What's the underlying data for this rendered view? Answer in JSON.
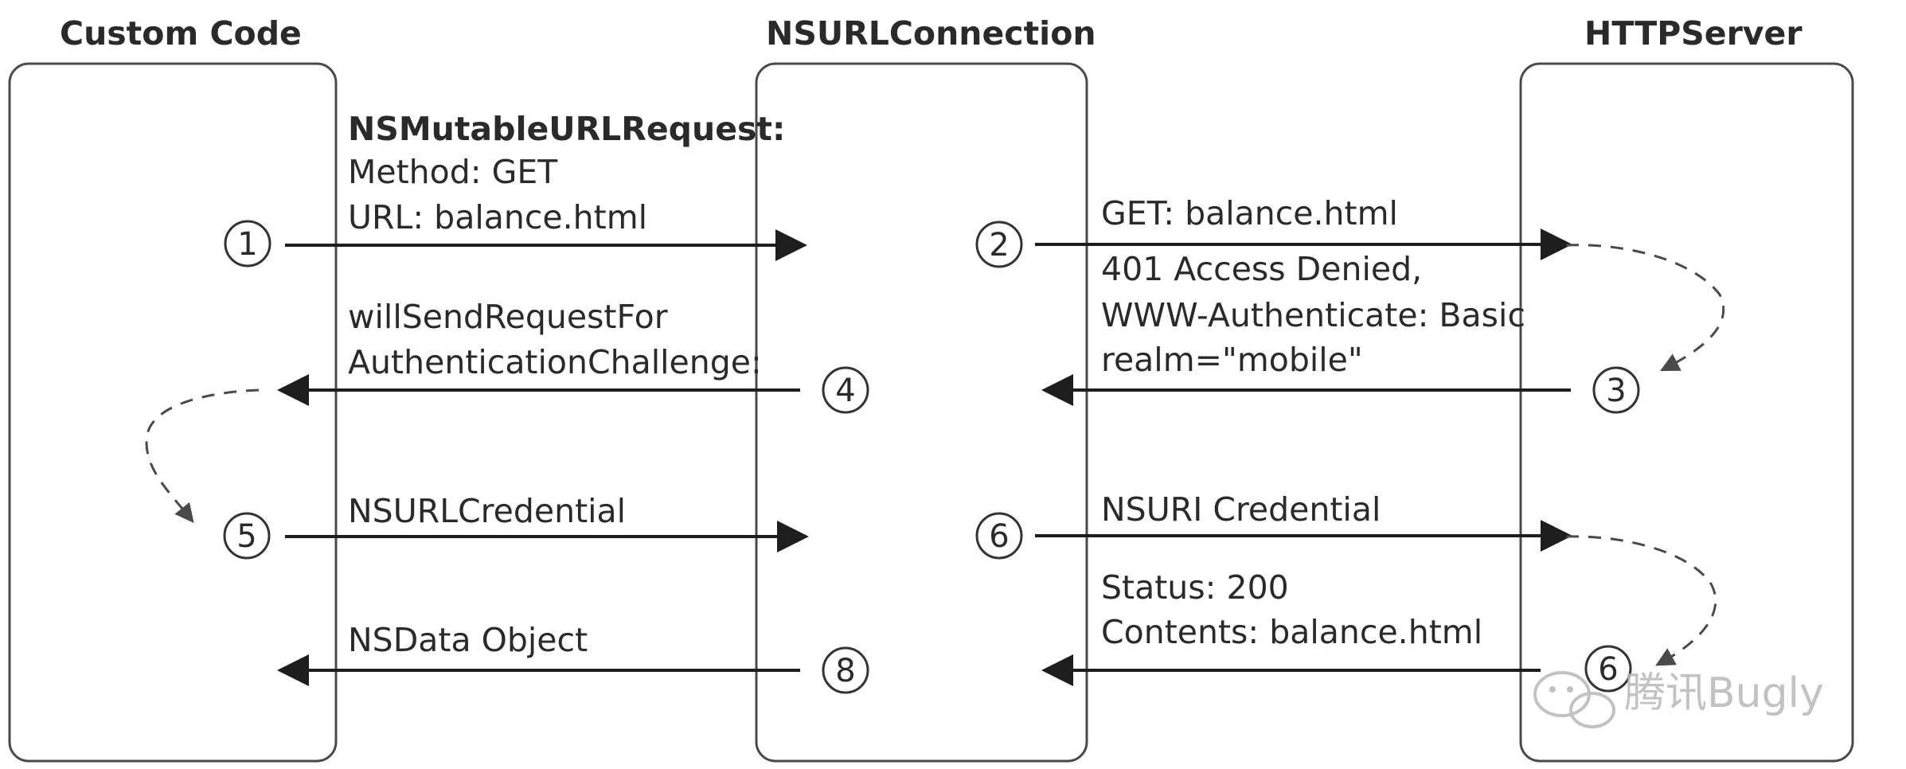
{
  "headers": {
    "custom_code": "Custom Code",
    "nsurlconnection": "NSURLConnection",
    "httpserver": "HTTPServer"
  },
  "messages": {
    "request_title": "NSMutableURLRequest:",
    "request_method": "Method: GET",
    "request_url": "URL: balance.html",
    "get_balance": "GET: balance.html",
    "denied_line1": "401 Access Denied,",
    "denied_line2": "WWW-Authenticate: Basic",
    "denied_line3": "realm=\"mobile\"",
    "will_send_line1": "willSendRequestFor",
    "will_send_line2": "AuthenticationChallenge:",
    "credential_left": "NSURLCredential",
    "credential_right": "NSURI Credential",
    "status": "Status: 200",
    "contents": "Contents: balance.html",
    "nsdata": "NSData Object"
  },
  "steps": {
    "s1": "1",
    "s2": "2",
    "s3": "3",
    "s4": "4",
    "s5": "5",
    "s6a": "6",
    "s6b": "6",
    "s8": "8"
  },
  "watermark": "腾讯Bugly"
}
